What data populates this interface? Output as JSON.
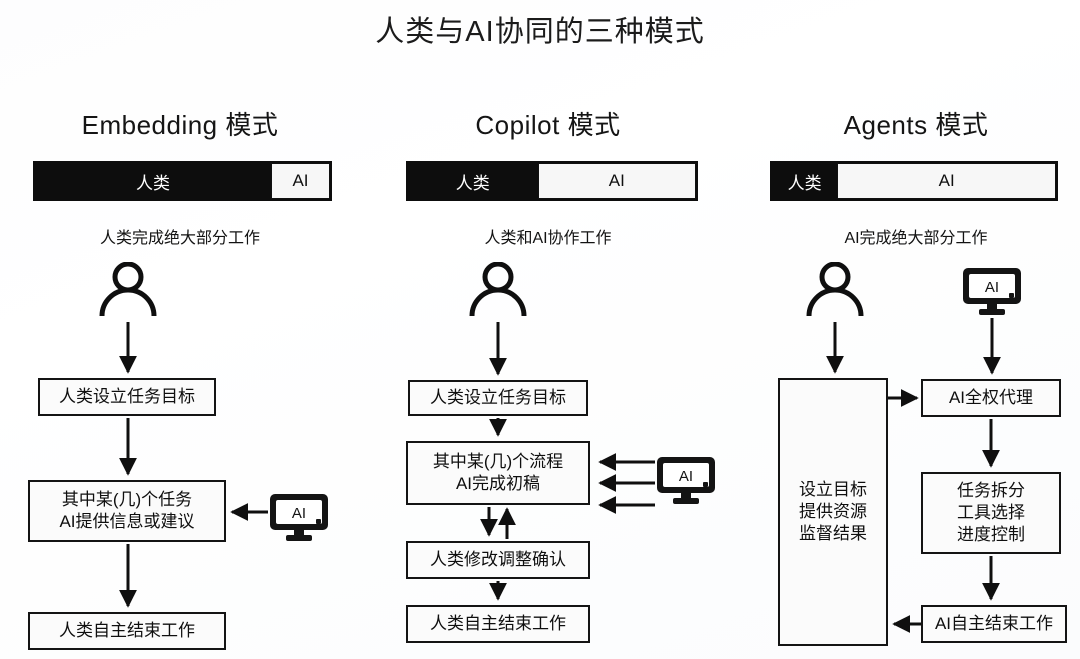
{
  "title": "人类与AI协同的三种模式",
  "labels": {
    "human": "人类",
    "ai": "AI"
  },
  "columns": [
    {
      "title": "Embedding 模式",
      "bar": {
        "human_label": "人类",
        "human_pct": 80,
        "ai_label": "AI",
        "ai_pct": 20
      },
      "caption": "人类完成绝大部分工作",
      "actor_icons": [
        "person-icon"
      ],
      "boxes": [
        {
          "lines": [
            "人类设立任务目标"
          ]
        },
        {
          "lines": [
            "其中某(几)个任务",
            "AI提供信息或建议"
          ]
        },
        {
          "lines": [
            "人类自主结束工作"
          ]
        }
      ],
      "ai_device_label": "AI",
      "ai_device_arrows": 1
    },
    {
      "title": "Copilot 模式",
      "bar": {
        "human_label": "人类",
        "human_pct": 45,
        "ai_label": "AI",
        "ai_pct": 55
      },
      "caption": "人类和AI协作工作",
      "actor_icons": [
        "person-icon"
      ],
      "boxes": [
        {
          "lines": [
            "人类设立任务目标"
          ]
        },
        {
          "lines": [
            "其中某(几)个流程",
            "AI完成初稿"
          ]
        },
        {
          "lines": [
            "人类修改调整确认"
          ]
        },
        {
          "lines": [
            "人类自主结束工作"
          ]
        }
      ],
      "ai_device_label": "AI",
      "ai_device_arrows": 3
    },
    {
      "title": "Agents 模式",
      "bar": {
        "human_label": "人类",
        "human_pct": 23,
        "ai_label": "AI",
        "ai_pct": 77
      },
      "caption": "AI完成绝大部分工作",
      "actor_icons": [
        "person-icon",
        "ai-monitor-icon"
      ],
      "boxes": [
        {
          "lines": [
            "设立目标",
            "提供资源",
            "监督结果"
          ]
        },
        {
          "lines": [
            "AI全权代理"
          ]
        },
        {
          "lines": [
            "任务拆分",
            "工具选择",
            "进度控制"
          ]
        },
        {
          "lines": [
            "AI自主结束工作"
          ]
        }
      ],
      "ai_device_label": "AI",
      "ai_device_arrows": 0
    }
  ],
  "colors": {
    "ink": "#141414",
    "human_fill": "#0d0d0d",
    "ai_fill": "#f7f7f7",
    "box_fill": "#fbfbfb",
    "background": "#ffffff"
  }
}
